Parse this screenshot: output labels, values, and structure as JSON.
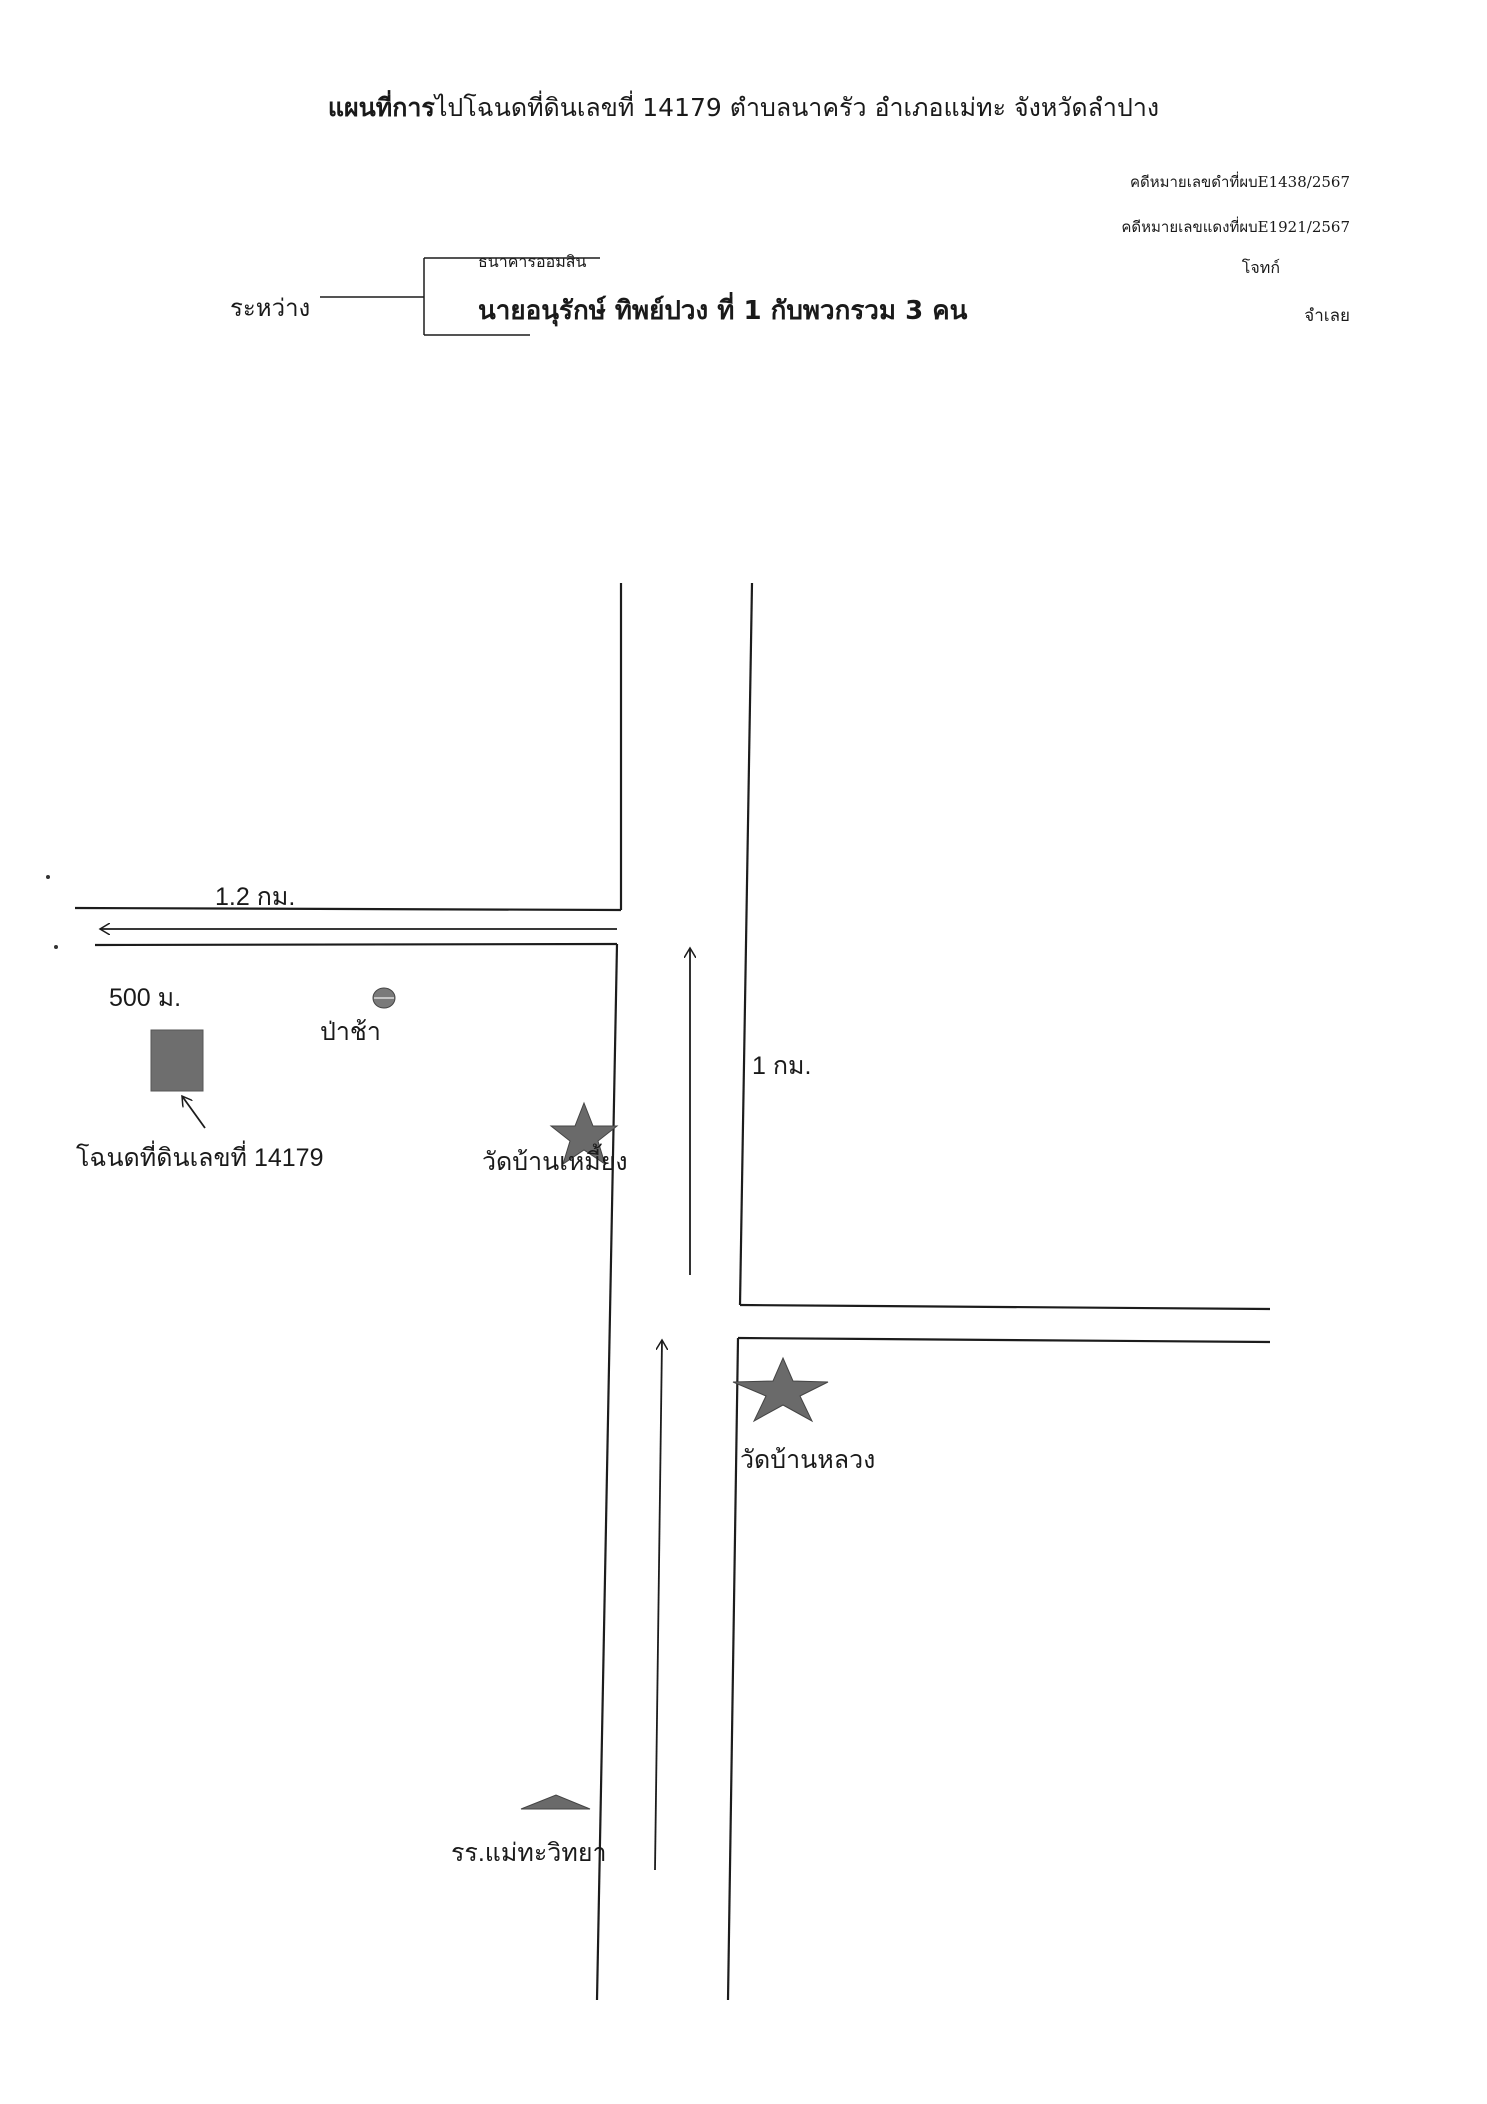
{
  "header": {
    "title_bold": "แผนที่การ",
    "title_rest": "ไปโฉนดที่ดินเลขที่ 14179  ตำบลนาครัว  อำเภอแม่ทะ  จังหวัดลำปาง",
    "case_black": "คดีหมายเลขดำที่ผบE1438/2567",
    "case_red": "คดีหมายเลขแดงที่ผบE1921/2567",
    "plaintiff_role": "โจทก์",
    "defendant_role": "จำเลย",
    "between_label": "ระหว่าง",
    "plaintiff_name": "ธนาคารออมสิน",
    "defendant_name": "นายอนุรักษ์  ทิพย์ปวง  ที่ 1  กับพวกรวม 3 คน"
  },
  "map": {
    "distance_west": "1.2 กม.",
    "distance_500": "500 ม.",
    "distance_north": "1 กม.",
    "label_cemetery": "ป่าช้า",
    "label_deed": "โฉนดที่ดินเลขที่ 14179",
    "label_wat_mia": "วัดบ้านเหมี้ยง",
    "label_wat_luang": "วัดบ้านหลวง",
    "label_school": "รร.แม่ทะวิทยา",
    "colors": {
      "road": "#1c1c1c",
      "deed_fill": "#6e6e6e",
      "star_fill": "#6a6a6a",
      "school_fill": "#6a6a6a",
      "cemetery_fill": "#7a7a7a"
    }
  }
}
